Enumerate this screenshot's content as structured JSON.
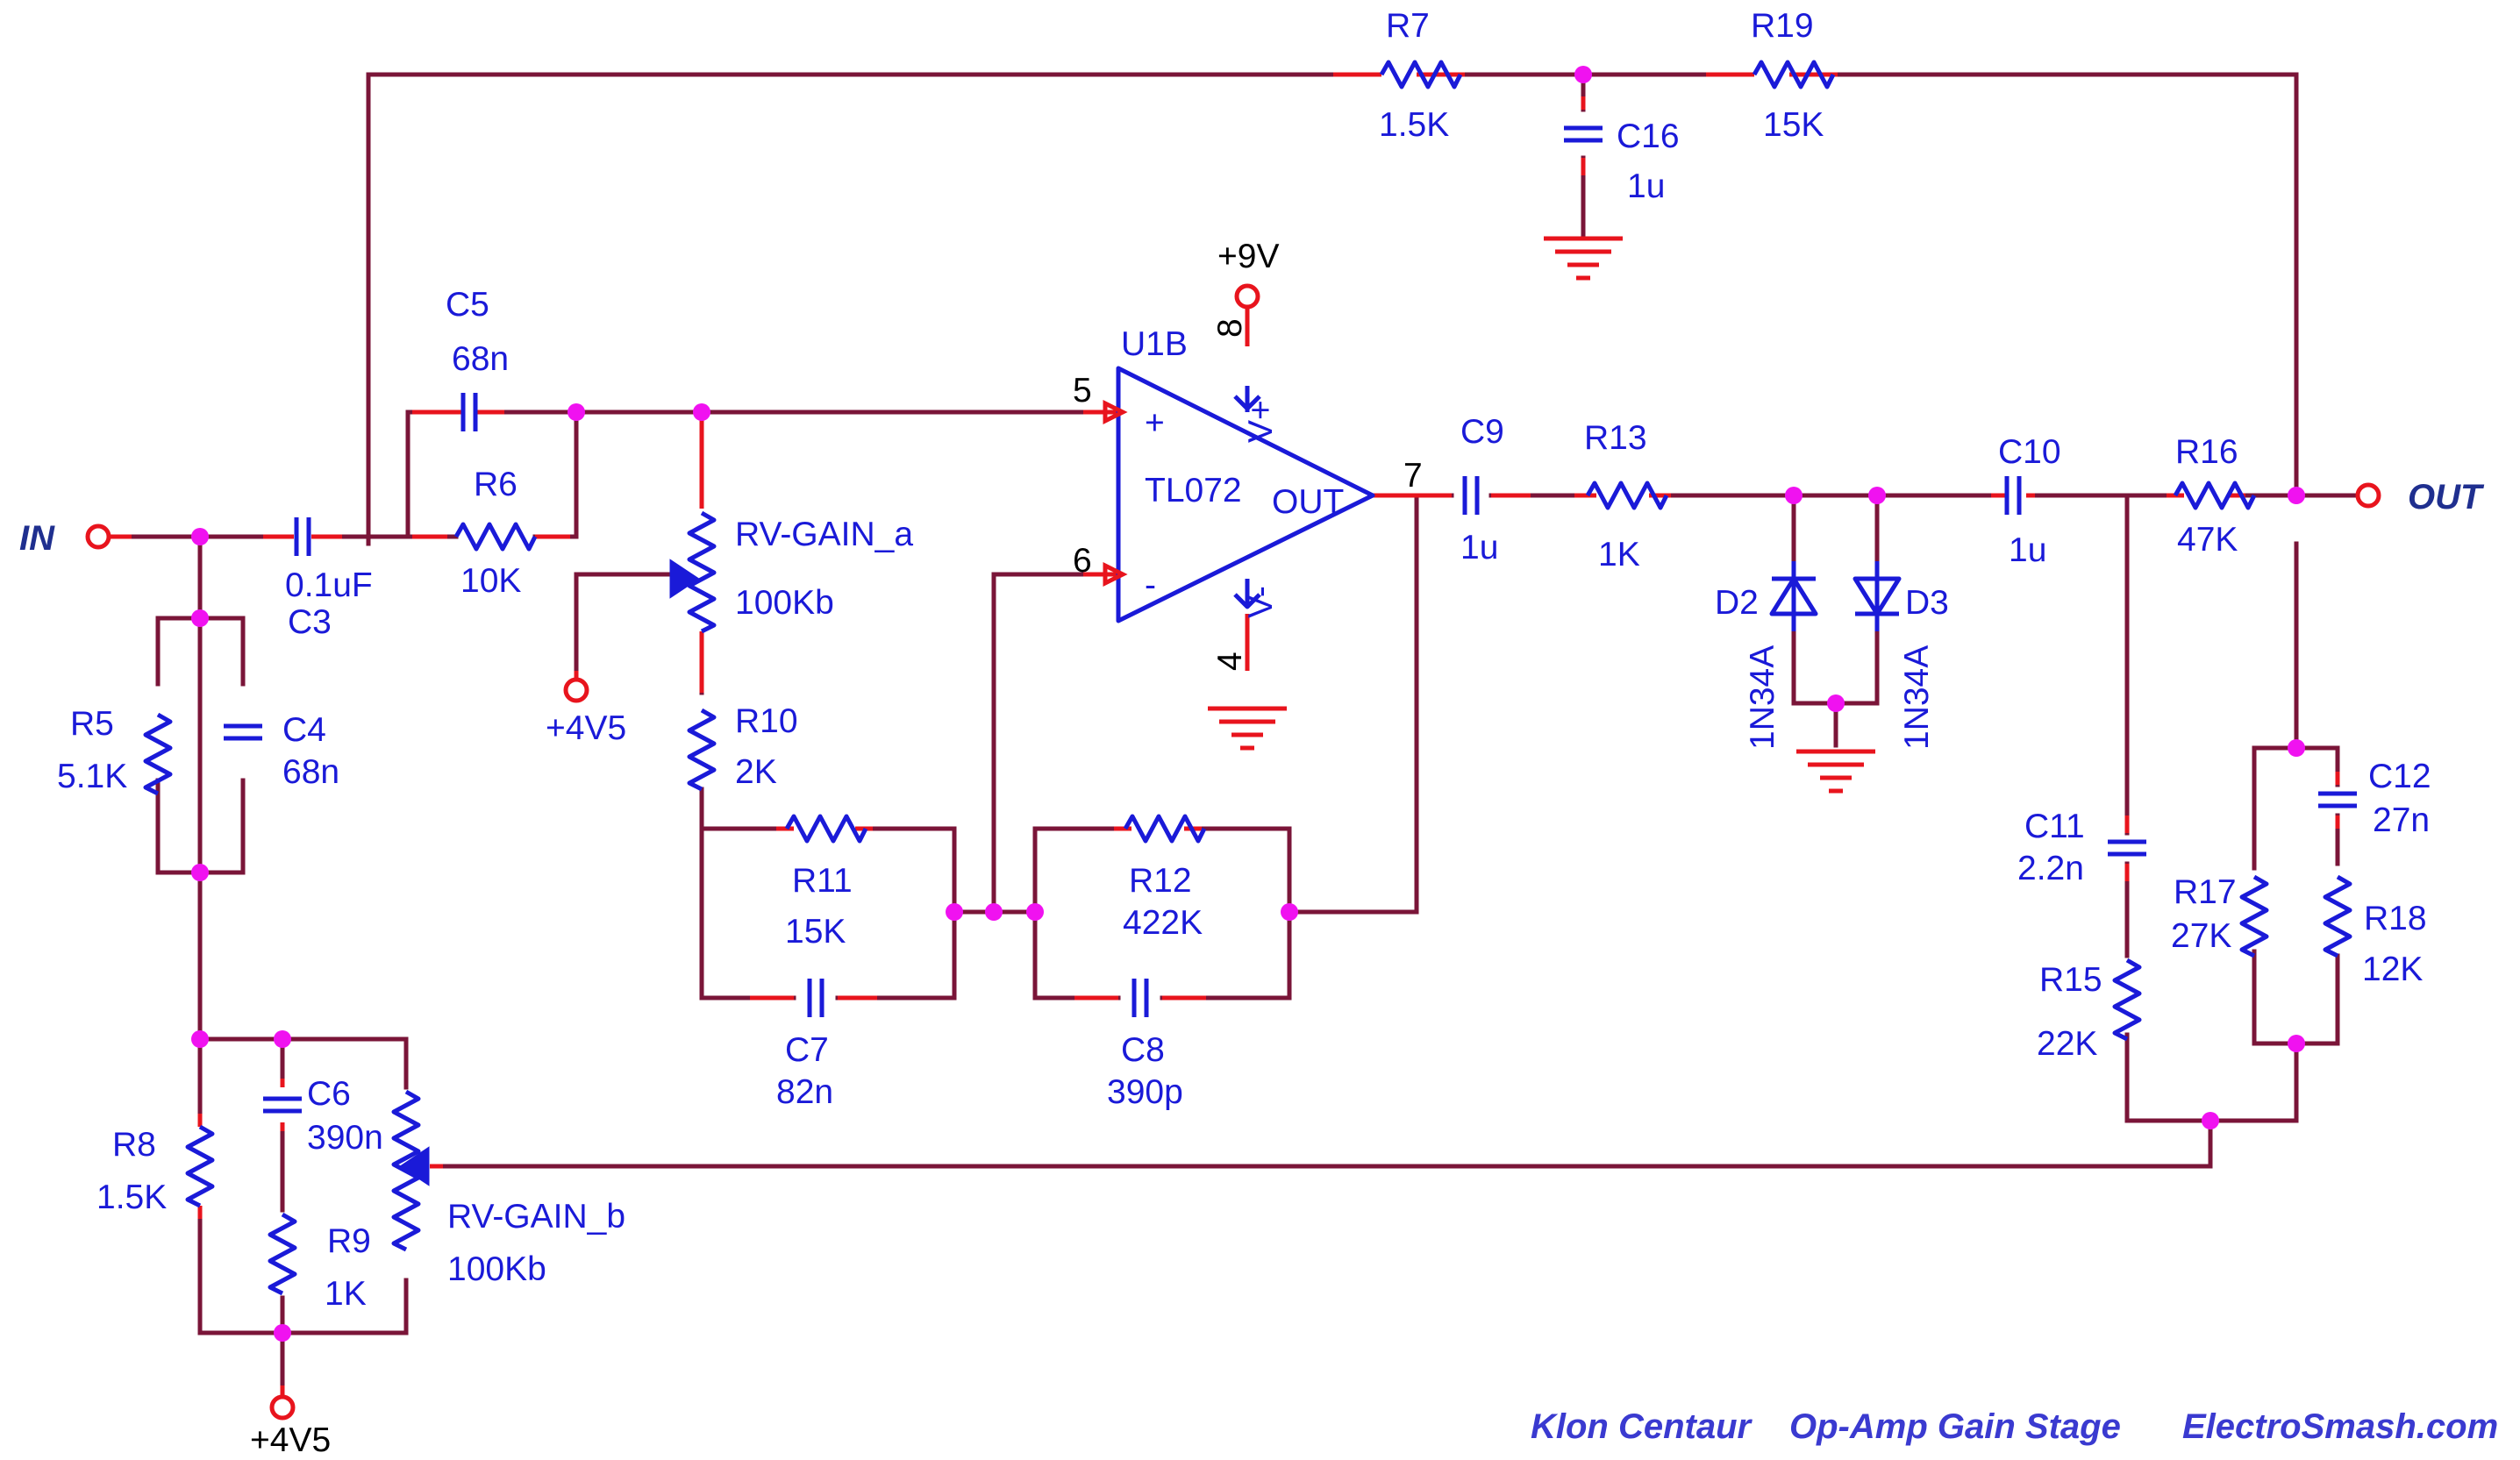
{
  "io": {
    "input_label": "IN",
    "output_label": "OUT"
  },
  "opamp": {
    "ref": "U1B",
    "part": "TL072",
    "pin_plus": "+",
    "pin_minus": "-",
    "pin_out": "OUT",
    "vplus": "V+",
    "vminus": "V-",
    "pin5": "5",
    "pin6": "6",
    "pin7": "7",
    "pin8": "8",
    "pin4": "4"
  },
  "supply": {
    "pos9v": "+9V",
    "bias": "+4V5"
  },
  "components": {
    "R7": {
      "ref": "R7",
      "value": "1.5K"
    },
    "R19": {
      "ref": "R19",
      "value": "15K"
    },
    "C16": {
      "ref": "C16",
      "value": "1u"
    },
    "C5": {
      "ref": "C5",
      "value": "68n"
    },
    "R6": {
      "ref": "R6",
      "value": "10K"
    },
    "C3": {
      "ref": "C3",
      "value": "0.1uF"
    },
    "R5": {
      "ref": "R5",
      "value": "5.1K"
    },
    "C4": {
      "ref": "C4",
      "value": "68n"
    },
    "RVa": {
      "ref": "RV-GAIN_a",
      "value": "100Kb"
    },
    "R10": {
      "ref": "R10",
      "value": "2K"
    },
    "R11": {
      "ref": "R11",
      "value": "15K"
    },
    "C7": {
      "ref": "C7",
      "value": "82n"
    },
    "R12": {
      "ref": "R12",
      "value": "422K"
    },
    "C8": {
      "ref": "C8",
      "value": "390p"
    },
    "C9": {
      "ref": "C9",
      "value": "1u"
    },
    "R13": {
      "ref": "R13",
      "value": "1K"
    },
    "D2": {
      "ref": "D2",
      "value": "1N34A"
    },
    "D3": {
      "ref": "D3",
      "value": "1N34A"
    },
    "C10": {
      "ref": "C10",
      "value": "1u"
    },
    "R16": {
      "ref": "R16",
      "value": "47K"
    },
    "C11": {
      "ref": "C11",
      "value": "2.2n"
    },
    "R15": {
      "ref": "R15",
      "value": "22K"
    },
    "C12": {
      "ref": "C12",
      "value": "27n"
    },
    "R17": {
      "ref": "R17",
      "value": "27K"
    },
    "R18": {
      "ref": "R18",
      "value": "12K"
    },
    "R8": {
      "ref": "R8",
      "value": "1.5K"
    },
    "C6": {
      "ref": "C6",
      "value": "390n"
    },
    "R9": {
      "ref": "R9",
      "value": "1K"
    },
    "RVb": {
      "ref": "RV-GAIN_b",
      "value": "100Kb"
    }
  },
  "footer": {
    "title": "Klon Centaur",
    "subtitle": "Op-Amp Gain Stage",
    "site": "ElectroSmash.com"
  },
  "colors": {
    "wire": "#7a1538",
    "pin": "#e8141d",
    "component": "#1a1ad8",
    "junction": "#f012f0",
    "credit": "#3a3ad0"
  }
}
